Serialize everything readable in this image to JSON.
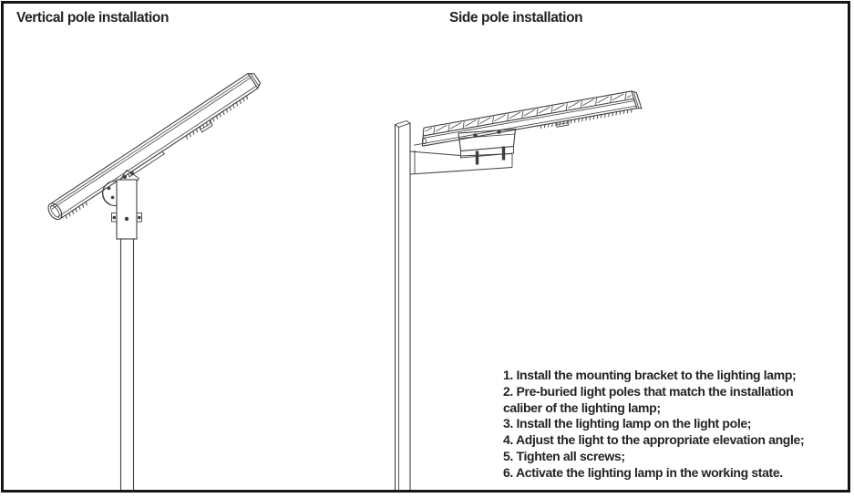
{
  "page": {
    "background": "#ffffff",
    "border_color": "#161616",
    "line_color": "#3f3f3f",
    "text_color": "#232323"
  },
  "diagrams": {
    "vertical_pole": {
      "title": "Vertical pole installation",
      "illustration": "all-in-one solar street lamp tilted on angle-adjustable bracket atop a vertical pole"
    },
    "side_pole": {
      "title": "Side pole installation",
      "illustration": "all-in-one solar street lamp with visible solar cells mounted on a horizontal side arm of a pole"
    }
  },
  "instructions": {
    "lines": [
      "1. Install the mounting bracket to the lighting lamp;",
      "2. Pre-buried light poles that match the installation",
      "caliber of the lighting lamp;",
      "3. Install the lighting lamp on the light pole;",
      "4. Adjust the light to the appropriate elevation angle;",
      "5. Tighten all screws;",
      "6. Activate the lighting lamp in the working state."
    ]
  }
}
